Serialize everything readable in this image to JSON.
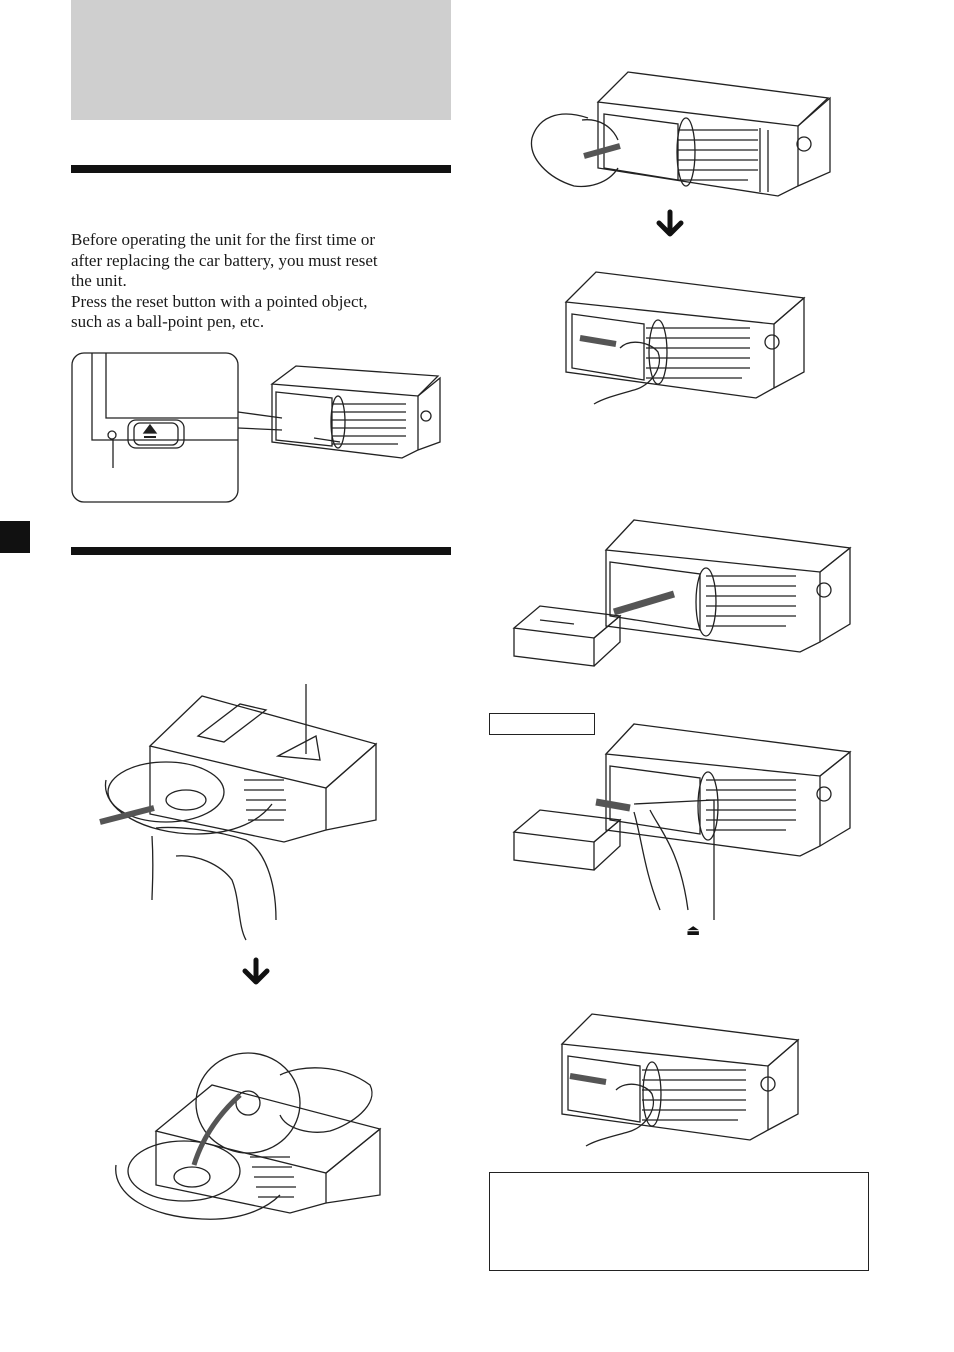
{
  "intro": {
    "line1": "Before operating the unit for the first time or",
    "line2": "after replacing the car battery, you must reset",
    "line3": "the unit.",
    "line4": "Press the reset button with a pointed object,",
    "line5": "such as a ball-point pen, etc."
  },
  "eject_callout": {
    "symbol": "⏏"
  },
  "icons": {
    "arrow": "arrow-down-icon",
    "eject": "eject-icon"
  },
  "colors": {
    "header_gray": "#cfcfcf",
    "ink": "#111111"
  }
}
